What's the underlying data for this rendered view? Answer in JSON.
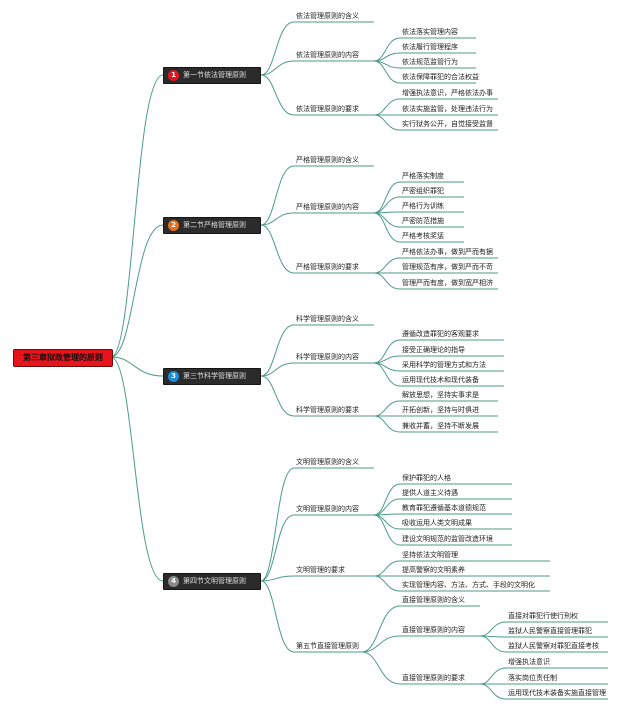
{
  "root": {
    "label": "第三章狱政管理的原则"
  },
  "sections": [
    {
      "badge": "1",
      "badge_color": "#e8141c",
      "label": "第一节依法管理原则",
      "children": [
        {
          "label": "依法管理原则的含义"
        },
        {
          "label": "依法管理原则的内容",
          "children": [
            "依法落实管理内容",
            "依法履行管理程序",
            "依法规范监管行为",
            "依法保障罪犯的合法权益"
          ]
        },
        {
          "label": "依法管理原则的要求",
          "children": [
            "增强执法意识，严格依法办事",
            "依法实施监管，处理违法行为",
            "实行狱务公开，自觉接受监督"
          ]
        }
      ]
    },
    {
      "badge": "2",
      "badge_color": "#e8701c",
      "label": "第二节严格管理原则",
      "children": [
        {
          "label": "严格管理原则的含义"
        },
        {
          "label": "严格管理原则的内容",
          "children": [
            "严格落实制度",
            "严密组织罪犯",
            "严格行为训练",
            "严密防范措施",
            "严格考核奖惩"
          ]
        },
        {
          "label": "严格管理原则的要求",
          "children": [
            "严格依法办事，做到严而有据",
            "管理规范有序，做到严而不苛",
            "管理严而有度，做到宽严相济"
          ]
        }
      ]
    },
    {
      "badge": "3",
      "badge_color": "#1f8ad6",
      "label": "第三节科学管理原则",
      "children": [
        {
          "label": "科学管理原则的含义"
        },
        {
          "label": "科学管理原则的内容",
          "children": [
            "遵循改造罪犯的客观要求",
            "接受正确理论的指导",
            "采用科学的管理方式和方法",
            "运用现代技术和现代装备"
          ]
        },
        {
          "label": "科学管理原则的要求",
          "children": [
            "解放思想，坚持实事求是",
            "开拓创新，坚持与时俱进",
            "兼收并蓄，坚持不断发展"
          ]
        }
      ]
    },
    {
      "badge": "4",
      "badge_color": "#8a8a8a",
      "label": "第四节文明管理原则",
      "children": [
        {
          "label": "文明管理原则的含义"
        },
        {
          "label": "文明管理原则的内容",
          "children": [
            "保护罪犯的人格",
            "提供人道主义待遇",
            "教育罪犯遵循基本道德规范",
            "吸收运用人类文明成果",
            "建设文明规范的监管改造环境"
          ]
        },
        {
          "label": "文明管理的要求",
          "children": [
            "坚持依法文明管理",
            "提高警察的文明素养",
            "实现管理内容、方法、方式、手段的文明化"
          ]
        },
        {
          "label": "第五节直接管理原则",
          "children": [
            {
              "label": "直接管理原则的含义"
            },
            {
              "label": "直接管理原则的内容",
              "children": [
                "直接对罪犯行使行刑权",
                "监狱人民警察直接管理罪犯",
                "监狱人民警察对罪犯直接考核"
              ]
            },
            {
              "label": "直接管理原则的要求",
              "children": [
                "增强执法意识",
                "落实岗位责任制",
                "运用现代技术装备实施直接管理"
              ]
            }
          ]
        }
      ]
    }
  ]
}
